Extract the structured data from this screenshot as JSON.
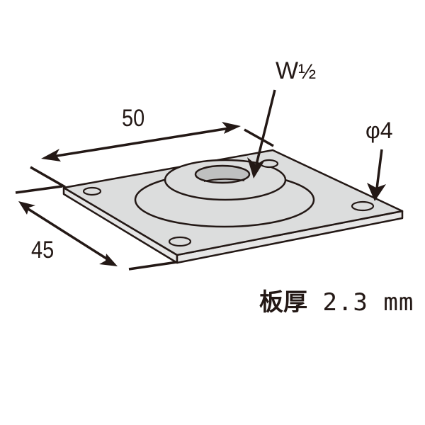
{
  "diagram": {
    "subject": "square mounting base plate with threaded center boss",
    "colors": {
      "line": "#231815",
      "plate_fill": "#dcdddd",
      "plate_edge_fill": "#e6e6e6",
      "hole_fill": "#bfc0c0",
      "background": "#ffffff"
    },
    "dimensions": {
      "width_label": "50",
      "depth_label": "45",
      "thread_label_main": "W",
      "thread_label_fraction": "½",
      "mount_hole_label_symbol": "φ",
      "mount_hole_label_value": "4",
      "thickness_label_kanji": "板厚",
      "thickness_value": "2.3",
      "thickness_unit": "mm"
    },
    "mount_holes_count": 4
  }
}
